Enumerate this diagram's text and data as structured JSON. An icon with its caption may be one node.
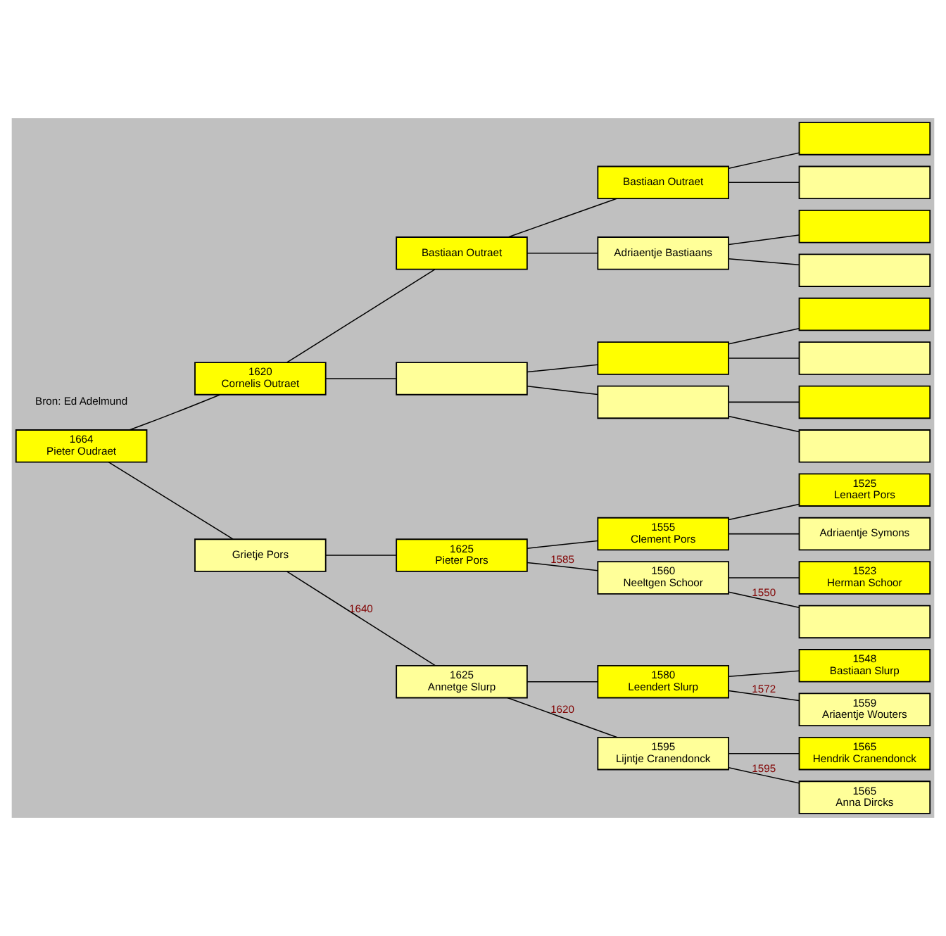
{
  "diagram": {
    "nodes": [
      {
        "text": [
          "1664",
          "Pieter Oudraet"
        ]
      },
      {
        "text": [
          "1620",
          "Cornelis Outraet"
        ]
      },
      {
        "text": [
          "Grietje Pors"
        ]
      },
      {
        "text": [
          "Bastiaan Outraet"
        ]
      },
      {
        "text": [],
        "shape": "box"
      },
      {
        "text": [
          "1625",
          "Pieter Pors"
        ]
      },
      {
        "text": [
          "1625",
          "Annetge Slurp"
        ]
      },
      {
        "text": [
          "Bastiaan Outraet"
        ]
      },
      {
        "text": [
          "Adriaentje Bastiaans"
        ]
      },
      {
        "text": [],
        "shape": "box"
      },
      {
        "text": [],
        "shape": "box"
      },
      {
        "text": [
          "1555",
          "Clement Pors"
        ]
      },
      {
        "text": [
          "1560",
          "Neeltgen Schoor"
        ]
      },
      {
        "text": [
          "1580",
          "Leendert Slurp"
        ]
      },
      {
        "text": [
          "1595",
          "Lijntje Cranendonck"
        ]
      },
      {
        "text": [],
        "shape": "box"
      },
      {
        "text": [],
        "shape": "box"
      },
      {
        "text": [],
        "shape": "box"
      },
      {
        "text": [],
        "shape": "box"
      },
      {
        "text": [],
        "shape": "box"
      },
      {
        "text": [],
        "shape": "box"
      },
      {
        "text": [],
        "shape": "box"
      },
      {
        "text": [],
        "shape": "box"
      },
      {
        "text": [
          "1525",
          "Lenaert Pors"
        ]
      },
      {
        "text": [
          "Adriaentje Symons"
        ]
      },
      {
        "text": [
          "1523",
          "Herman Schoor"
        ]
      },
      {
        "text": [],
        "shape": "box"
      },
      {
        "text": [
          "1548",
          "Bastiaan Slurp"
        ]
      },
      {
        "text": [
          "1559",
          "Ariaentje Wouters"
        ]
      },
      {
        "text": [
          "1565",
          "Hendrik Cranendonck"
        ]
      },
      {
        "text": [
          "1565",
          "Anna Dircks"
        ]
      }
    ],
    "edges": [
      {
        "from": 0,
        "to": 1,
        "arrow": "none"
      },
      {
        "from": 0,
        "to": 2,
        "arrow": "none"
      },
      {
        "from": 1,
        "to": 3,
        "arrow": "none"
      },
      {
        "from": 1,
        "to": 4,
        "arrow": "none"
      },
      {
        "from": 2,
        "to": 5,
        "arrow": "none"
      },
      {
        "from": 2,
        "to": 6,
        "arrow": "none",
        "label": "1640"
      },
      {
        "from": 3,
        "to": 7,
        "arrow": "none"
      },
      {
        "from": 3,
        "to": 8,
        "arrow": "none"
      },
      {
        "from": 4,
        "to": 9,
        "arrow": "none"
      },
      {
        "from": 4,
        "to": 10,
        "arrow": "none"
      },
      {
        "from": 5,
        "to": 11,
        "arrow": "none"
      },
      {
        "from": 5,
        "to": 12,
        "arrow": "none",
        "label": "1585"
      },
      {
        "from": 6,
        "to": 13,
        "arrow": "none"
      },
      {
        "from": 6,
        "to": 14,
        "arrow": "none",
        "label": "1620"
      },
      {
        "from": 7,
        "to": 15,
        "arrow": "none"
      },
      {
        "from": 7,
        "to": 16,
        "arrow": "none"
      },
      {
        "from": 8,
        "to": 17,
        "arrow": "none"
      },
      {
        "from": 8,
        "to": 18,
        "arrow": "none"
      },
      {
        "from": 9,
        "to": 19,
        "arrow": "none"
      },
      {
        "from": 9,
        "to": 20,
        "arrow": "none"
      },
      {
        "from": 10,
        "to": 21,
        "arrow": "none"
      },
      {
        "from": 10,
        "to": 22,
        "arrow": "none"
      },
      {
        "from": 11,
        "to": 23,
        "arrow": "none"
      },
      {
        "from": 11,
        "to": 24,
        "arrow": "none"
      },
      {
        "from": 12,
        "to": 25,
        "arrow": "none"
      },
      {
        "from": 12,
        "to": 26,
        "arrow": "none",
        "label": "1550"
      },
      {
        "from": 13,
        "to": 27,
        "arrow": "none"
      },
      {
        "from": 13,
        "to": 28,
        "arrow": "none",
        "label": "1572"
      },
      {
        "from": 14,
        "to": 29,
        "arrow": "none"
      },
      {
        "from": 14,
        "to": 30,
        "arrow": "none",
        "label": "1595"
      }
    ],
    "labels": [
      "Bron: Ed Adelmund"
    ]
  }
}
